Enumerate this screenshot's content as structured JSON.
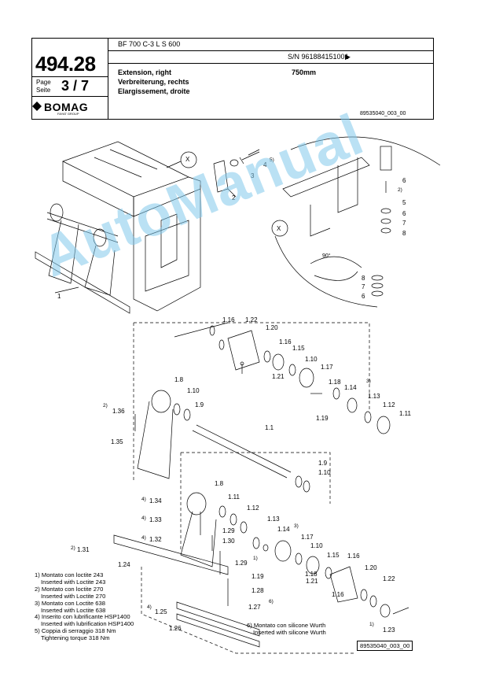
{
  "header": {
    "model": "BF 700 C-3 L S 600",
    "serial": "S/N 961884151001",
    "serial_arrow": "▶",
    "doc_number": "494.28",
    "page_label_1": "Page",
    "page_label_2": "Seite",
    "page_value": "3 / 7",
    "brand": "BOMAG",
    "brand_sub": "FAYAT GROUP",
    "title_en": "Extension, right",
    "title_de": "Verbreiterung, rechts",
    "title_fr": "Elargissement, droite",
    "size": "750mm",
    "drawing_id": "89535040_003_00"
  },
  "watermark": "AutoManual",
  "detail_labels": {
    "x1": "X",
    "x2": "X",
    "rot": "90°"
  },
  "part_labels": [
    "1",
    "2",
    "3",
    "4",
    "5)",
    "6",
    "2)",
    "5",
    "6",
    "7",
    "8",
    "8",
    "7",
    "6",
    "1.16",
    "1.22",
    "1.20",
    "1.16",
    "1.15",
    "1.10",
    "1.17",
    "1.21",
    "1.8",
    "1.18",
    "1.14",
    "3)",
    "1.13",
    "1.10",
    "1.9",
    "1.12",
    "1.11",
    "2)",
    "1.36",
    "1.19",
    "1.35",
    "1.1",
    "1.9",
    "1.10",
    "1.8",
    "4)",
    "1.34",
    "1.11",
    "1.12",
    "4)",
    "1.33",
    "1.13",
    "1.14",
    "3)",
    "1.17",
    "4)",
    "1.32",
    "1.29",
    "1.30",
    "1.10",
    "1.15",
    "1.16",
    "1.18",
    "1.29",
    "1)",
    "1.19",
    "2)",
    "1.31",
    "1.24",
    "1.20",
    "1.22",
    "1.28",
    "1.21",
    "1.16",
    "1.27",
    "6)",
    "4)",
    "1.25",
    "1.23",
    "1)",
    "1.26"
  ],
  "notes": [
    "1) Montato con loctite 243",
    "Inserted with Loctite 243",
    "2) Montato con loctite 270",
    "Inserted with Loctite 270",
    "3) Montato con Loctite 638",
    "Inserted with Loctite 638",
    "4) Inserito con lubrificante HSP1400",
    "Inserted with lubrification HSP1400",
    "5) Coppia di serraggio 318 Nm",
    "Tightening torque 318 Nm"
  ],
  "note6": [
    "6) Montato con silicone Wurth",
    "Inserted with silicone Wurth"
  ],
  "footer_ref": "89535040_003_00"
}
